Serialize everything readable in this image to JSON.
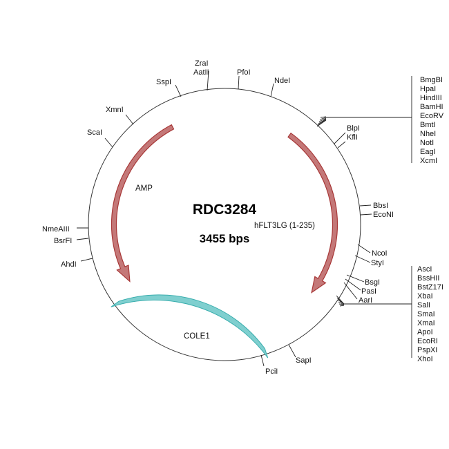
{
  "plasmid": {
    "name": "RDC3284",
    "size_label": "3455 bps"
  },
  "colors": {
    "arrow_fill": "#c47878",
    "arrow_stroke": "#a83838",
    "cole1_fill": "#7fcfcf",
    "cole1_stroke": "#3aaeae"
  },
  "features": [
    {
      "label": "AMP",
      "type": "arrow"
    },
    {
      "label": "hFLT3LG (1-235)",
      "type": "arrow"
    },
    {
      "label": "COLE1",
      "type": "origin"
    }
  ],
  "single_sites": [
    "ZraI",
    "AatII",
    "SspI",
    "PfoI",
    "NdeI",
    "XmnI",
    "ScaI",
    "BlpI",
    "KflI",
    "BbsI",
    "EcoNI",
    "NcoI",
    "StyI",
    "BsgI",
    "PasI",
    "AarI",
    "SapI",
    "PciI",
    "AhdI",
    "NmeAIII",
    "BsrFI"
  ],
  "site_groups": [
    {
      "name": "mcs-top",
      "sites": [
        "BmgBI",
        "HpaI",
        "HindIII",
        "BamHI",
        "EcoRV",
        "BmtI",
        "NheI",
        "NotI",
        "EagI",
        "XcmI"
      ]
    },
    {
      "name": "mcs-bottom",
      "sites": [
        "AscI",
        "BssHII",
        "BstZ17I",
        "XbaI",
        "SalI",
        "SmaI",
        "XmaI",
        "ApoI",
        "EcoRI",
        "PspXI",
        "XhoI"
      ]
    }
  ]
}
